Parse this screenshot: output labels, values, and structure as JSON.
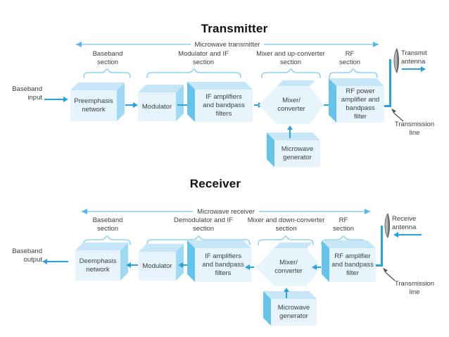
{
  "colors": {
    "accent": "#29a3dd",
    "spanLine": "#a6dcf5",
    "spanHead": "#55b8e6",
    "brace": "#8fd2f0",
    "boxFront": "#e8f4fc",
    "boxTop": "#c7e7f8",
    "boxSideR": "#9edaf4",
    "boxSideL": "#66c4ec",
    "text": "#3b4045",
    "title": "#101010",
    "antennaDark": "#63676b",
    "antennaLight": "#b2b7bc",
    "callout": "#4a4f54"
  },
  "tx": {
    "title": "Transmitter",
    "span": "Microwave transmitter",
    "sections": [
      "Baseband\nsection",
      "Modulator and IF\nsection",
      "Mixer and up-converter\nsection",
      "RF\nsection"
    ],
    "io": "Baseband\ninput",
    "blocks": {
      "preemphasis": "Preemphasis\nnetwork",
      "modulator": "Modulator",
      "if_amp": "IF amplifiers\nand bandpass\nfilters",
      "mixer": "Mixer/\nconverter",
      "rf": "RF power\namplifier and\nbandpass\nfilter",
      "generator": "Microwave\ngenerator"
    },
    "antenna": "Transmit\nantenna",
    "tline": "Transmission\nline"
  },
  "rx": {
    "title": "Receiver",
    "span": "Microwave receiver",
    "sections": [
      "Baseband\nsection",
      "Demodulator and IF\nsection",
      "Mixer and down-converter\nsection",
      "RF\nsection"
    ],
    "io": "Baseband\noutput",
    "blocks": {
      "deemphasis": "Deemphasis\nnetwork",
      "modulator": "Modulator",
      "if_amp": "IF amplifiers\nand bandpass\nfilters",
      "mixer": "Mixer/\nconverter",
      "rf": "RF amplifier\nand bandpass\nfilter",
      "generator": "Microwave\ngenerator"
    },
    "antenna": "Receive\nantenna",
    "tline": "Transmission\nline"
  }
}
